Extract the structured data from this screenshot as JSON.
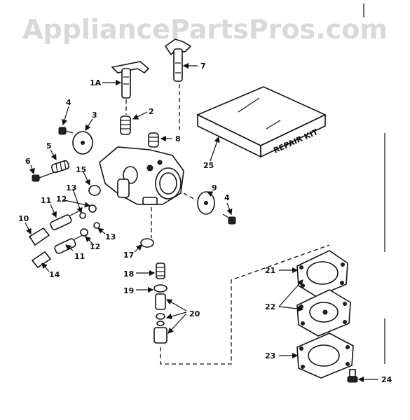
{
  "watermark": "AppliancePartsPros.com",
  "kit_box_text": "REPAIR KIT",
  "callouts": {
    "c1A": "1A",
    "c2": "2",
    "c3": "3",
    "c4a": "4",
    "c4b": "4",
    "c5": "5",
    "c6": "6",
    "c7": "7",
    "c8": "8",
    "c9": "9",
    "c10": "10",
    "c11a": "11",
    "c11b": "11",
    "c12a": "12",
    "c12b": "12",
    "c13a": "13",
    "c13b": "13",
    "c14": "14",
    "c15": "15",
    "c17": "17",
    "c18": "18",
    "c19": "19",
    "c20": "20",
    "c21": "21",
    "c22": "22",
    "c23": "23",
    "c24": "24",
    "c25": "25"
  }
}
